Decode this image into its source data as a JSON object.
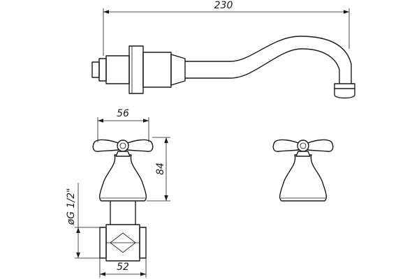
{
  "dimensions": {
    "spout_length": "230",
    "handle_width": "56",
    "valve_height": "84",
    "body_width": "52",
    "thread_size": "øG 1/2\""
  }
}
